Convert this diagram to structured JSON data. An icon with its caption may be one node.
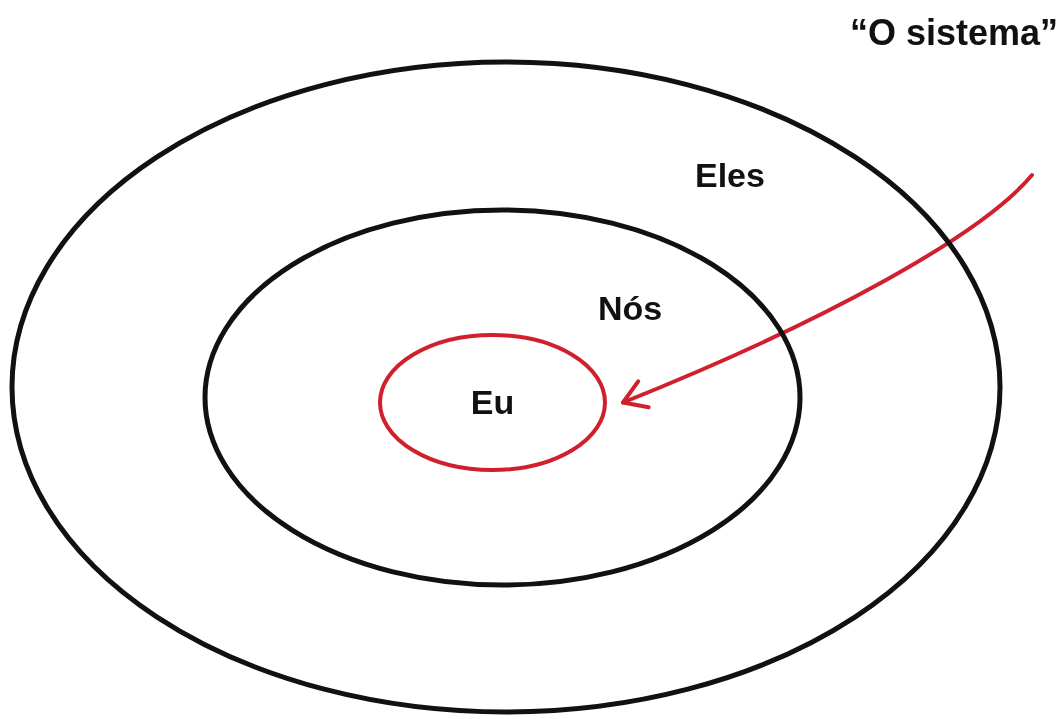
{
  "diagram": {
    "nodes": [
      {
        "text": [
          "Eles"
        ]
      },
      {
        "text": [
          "Nós"
        ],
        "in": 0
      },
      {
        "text": [
          "Eu"
        ],
        "in": 1
      }
    ],
    "edges": [
      {
        "from": null,
        "to": 2,
        "arrow": "to",
        "color": "#d0202e"
      }
    ],
    "labels": [
      "“O sistema”"
    ]
  }
}
